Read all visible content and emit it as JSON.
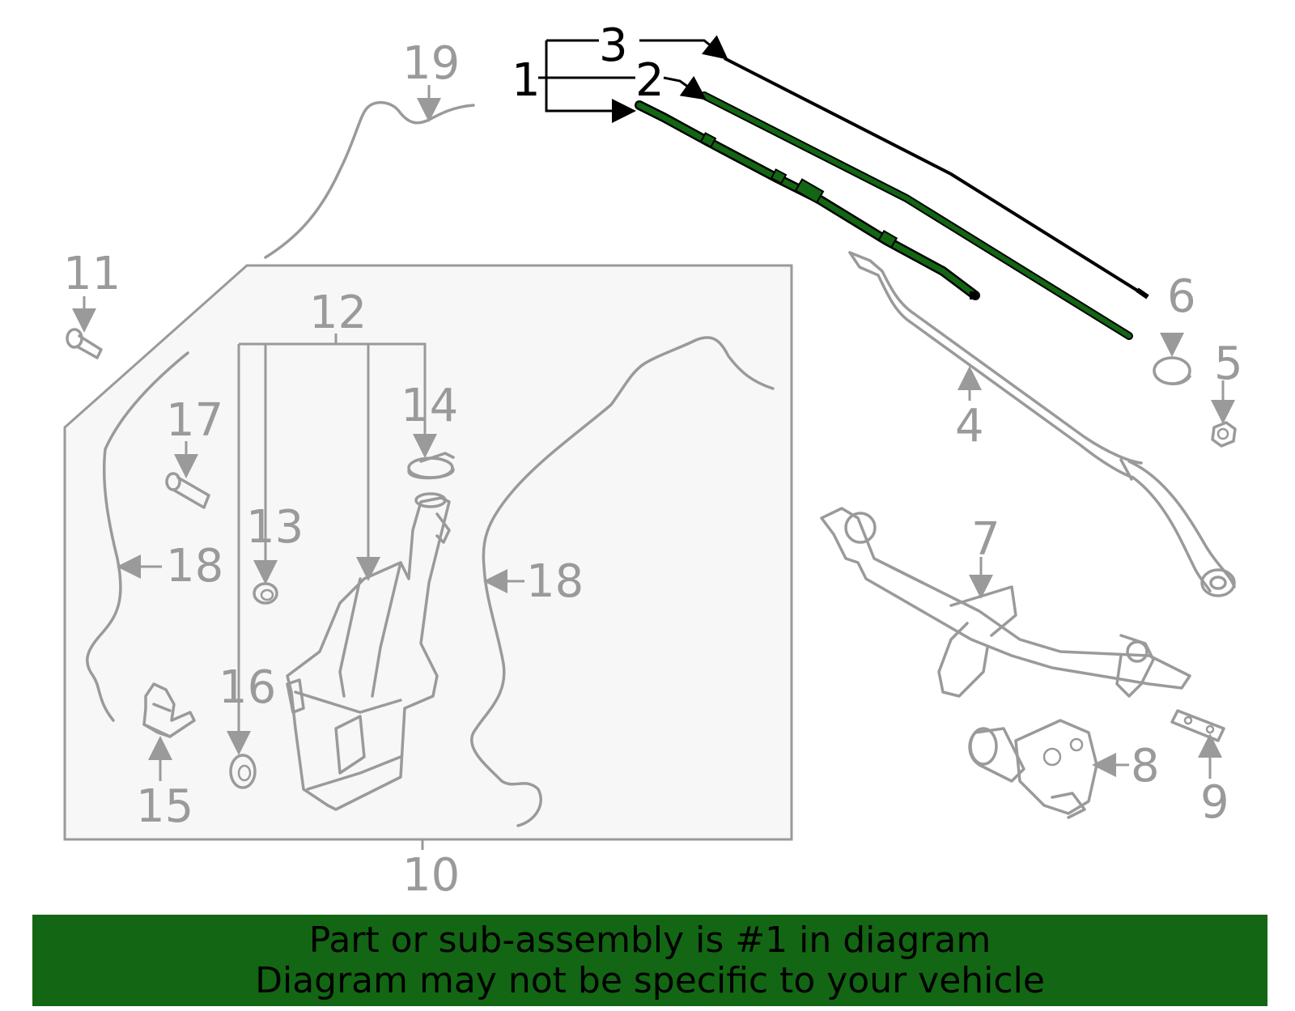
{
  "diagram": {
    "colors": {
      "highlight": "#136613",
      "outline": "#9a9a9a",
      "active_text": "#000000",
      "panel_fill": "#f7f7f7"
    },
    "callouts": {
      "c1": "1",
      "c2": "2",
      "c3": "3",
      "c4": "4",
      "c5": "5",
      "c6": "6",
      "c7": "7",
      "c8": "8",
      "c9": "9",
      "c10": "10",
      "c11": "11",
      "c12": "12",
      "c13": "13",
      "c14": "14",
      "c15": "15",
      "c16": "16",
      "c17": "17",
      "c18a": "18",
      "c18b": "18",
      "c19": "19"
    },
    "highlighted_part": "1"
  },
  "banner": {
    "line1": "Part or sub-assembly is #1 in diagram",
    "line2": "Diagram may not be specific to your vehicle"
  }
}
